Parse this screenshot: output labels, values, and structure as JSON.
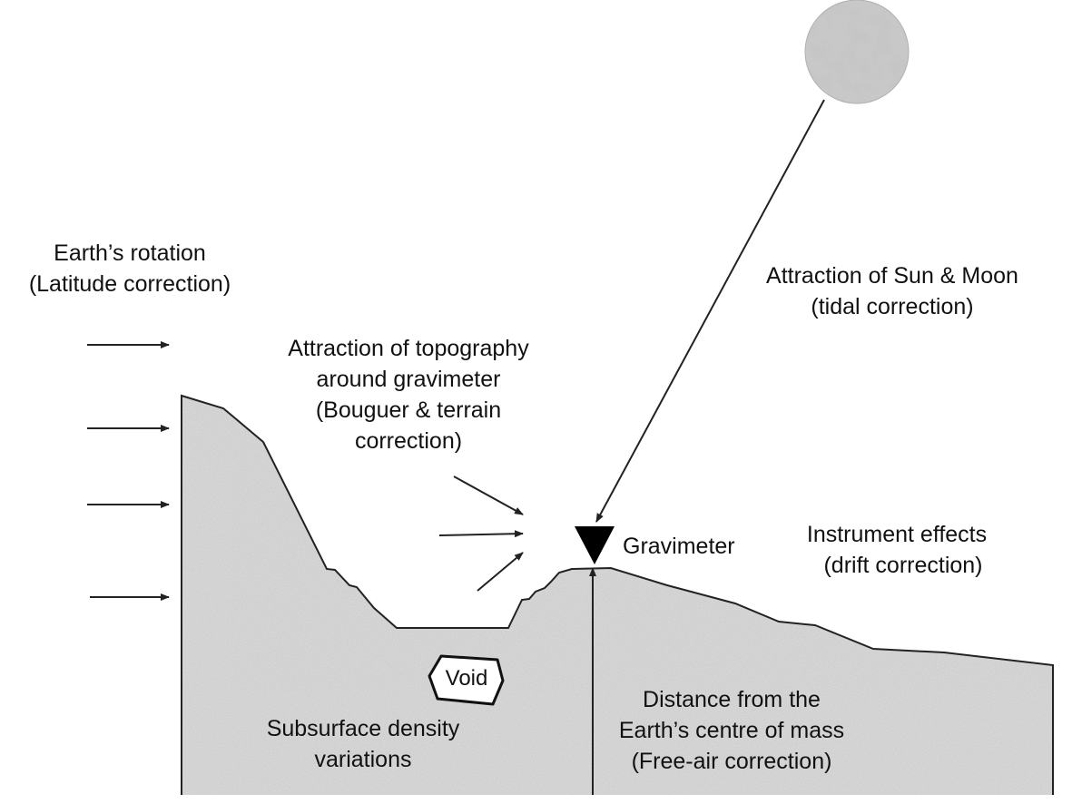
{
  "labels": {
    "rotation": [
      "Earth’s rotation",
      "(Latitude correction)"
    ],
    "sun_moon": [
      "Attraction of Sun & Moon",
      "(tidal correction)"
    ],
    "topography": [
      "Attraction of topography",
      "around gravimeter",
      "(Bouguer & terrain",
      "correction)"
    ],
    "gravimeter": "Gravimeter",
    "instrument": [
      "Instrument effects",
      "(drift correction)"
    ],
    "void": "Void",
    "subsurface": [
      "Subsurface density",
      "variations"
    ],
    "distance": [
      "Distance from the",
      "Earth’s centre of mass",
      "(Free-air correction)"
    ]
  },
  "colors": {
    "ground_fill": "#cfcfcf",
    "outline": "#222222",
    "moon_fill": "#c9c9c9"
  }
}
